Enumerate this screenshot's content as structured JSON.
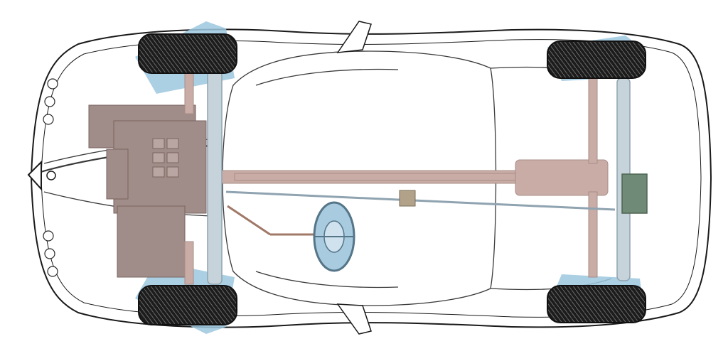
{
  "diagram": {
    "components": [
      {
        "id": "tire-front-left",
        "kind": "tire"
      },
      {
        "id": "tire-front-right",
        "kind": "tire"
      },
      {
        "id": "tire-rear-left",
        "kind": "tire"
      },
      {
        "id": "tire-rear-right",
        "kind": "tire"
      },
      {
        "id": "engine",
        "kind": "engine"
      },
      {
        "id": "front-steering-rack",
        "kind": "steering-rack"
      },
      {
        "id": "rear-steering-rack",
        "kind": "steering-rack"
      },
      {
        "id": "steering-wheel",
        "kind": "steering-wheel"
      },
      {
        "id": "drive-shaft",
        "kind": "drive-shaft"
      },
      {
        "id": "rear-differential",
        "kind": "differential"
      },
      {
        "id": "rear-steering-actuator",
        "kind": "actuator"
      }
    ],
    "colors": {
      "body_outline": "#1a1a1a",
      "tire": "#1c1c1c",
      "fender_liner": "#9cc7de",
      "engine": "#a08c88",
      "drivetrain": "#c9aca6",
      "steering_metal": "#8fa3b0",
      "steering_wheel": "#a8cbe0",
      "background": "#ffffff"
    }
  }
}
